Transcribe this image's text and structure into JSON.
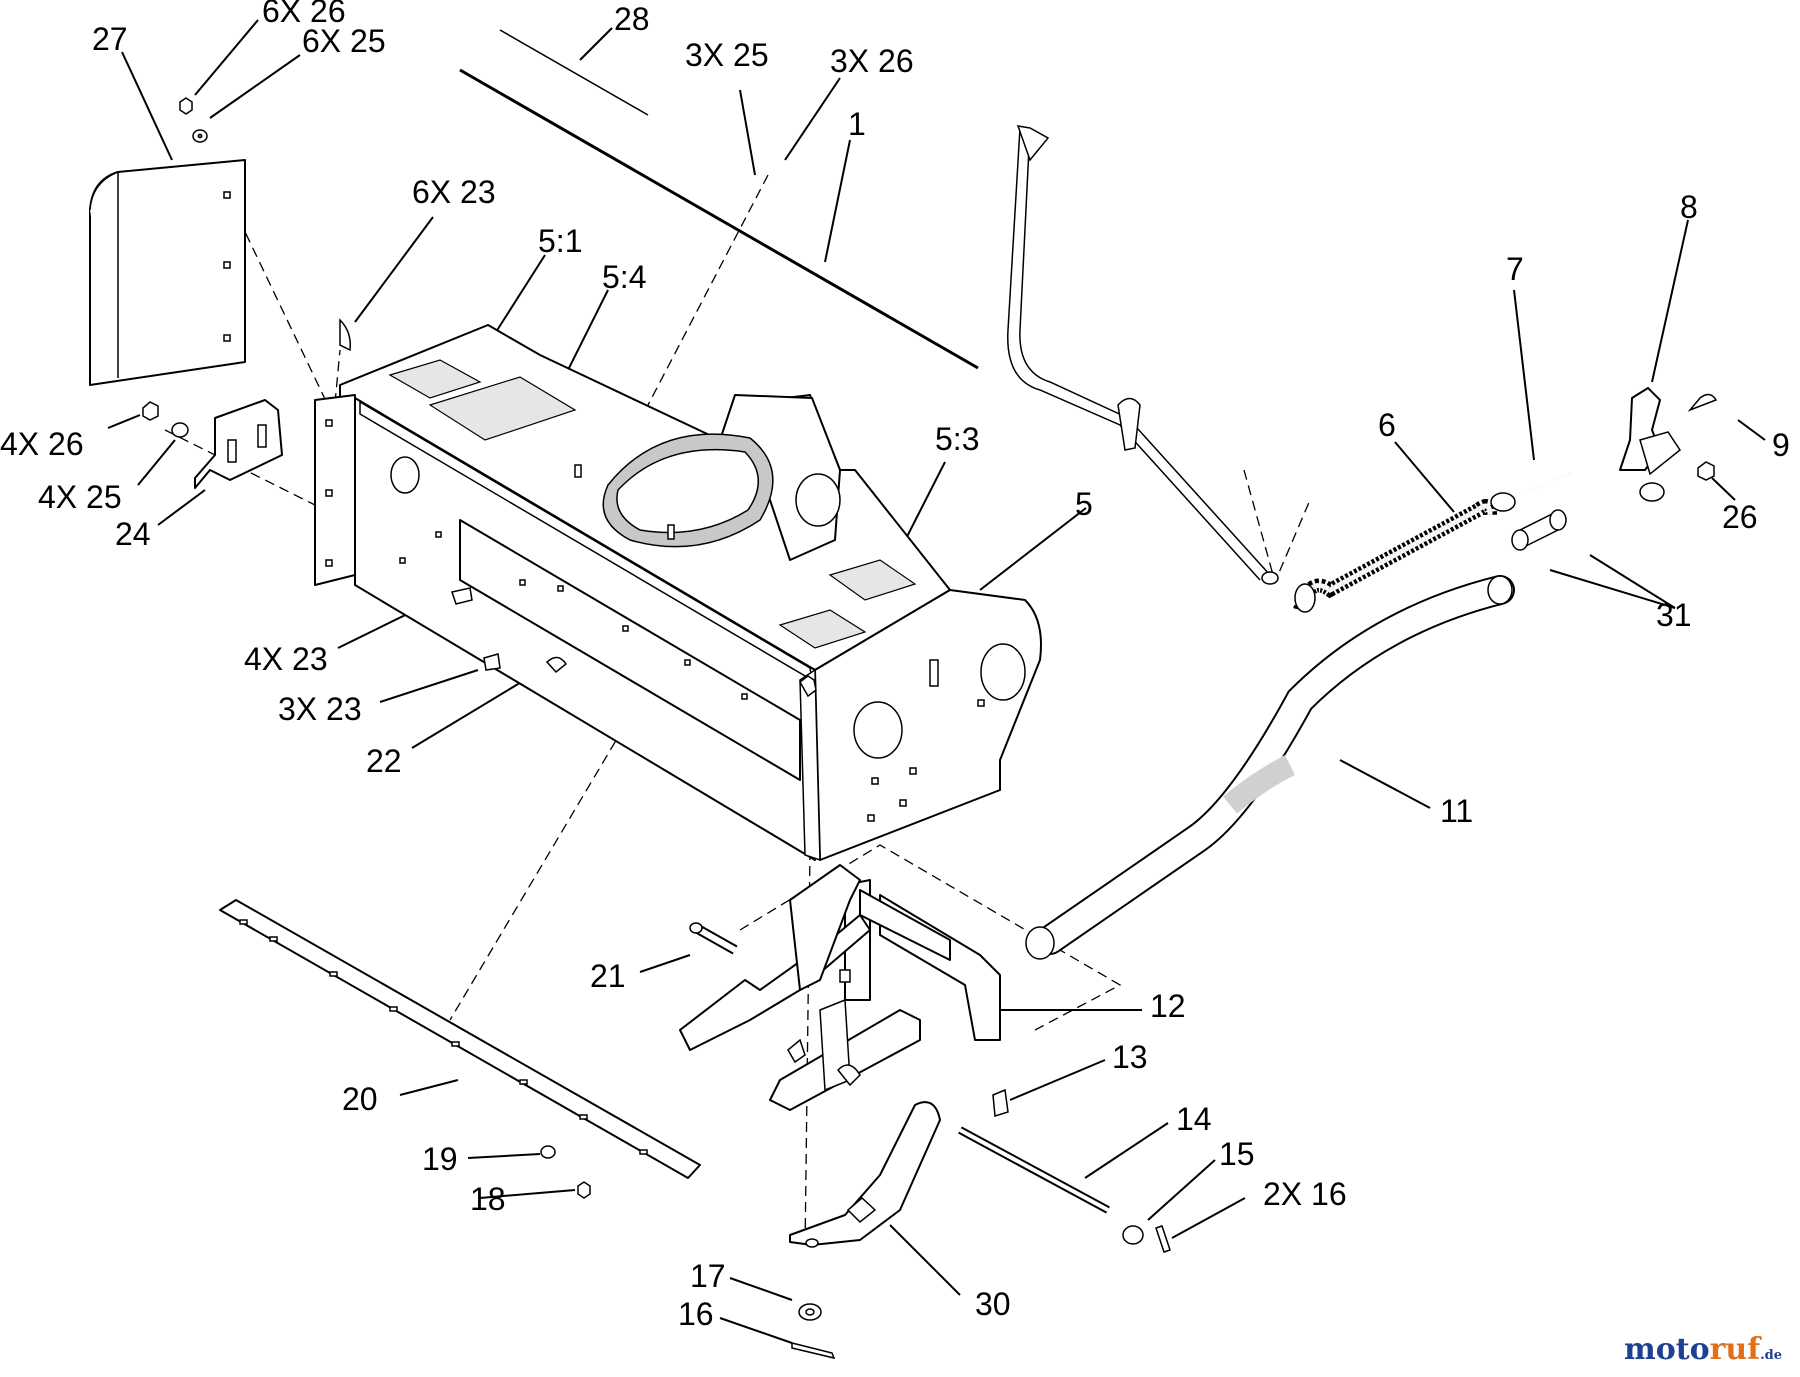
{
  "labels": [
    {
      "id": "l27",
      "text": "27"
    },
    {
      "id": "l6x26a",
      "text": "6X 26"
    },
    {
      "id": "l6x25a",
      "text": "6X 25"
    },
    {
      "id": "l28",
      "text": "28"
    },
    {
      "id": "l3x25",
      "text": "3X 25"
    },
    {
      "id": "l3x26",
      "text": "3X 26"
    },
    {
      "id": "l1",
      "text": "1"
    },
    {
      "id": "l6x23",
      "text": "6X 23"
    },
    {
      "id": "l5_1",
      "text": "5:1"
    },
    {
      "id": "l5_4",
      "text": "5:4"
    },
    {
      "id": "l8",
      "text": "8"
    },
    {
      "id": "l7",
      "text": "7"
    },
    {
      "id": "l9",
      "text": "9"
    },
    {
      "id": "l6",
      "text": "6"
    },
    {
      "id": "l5_3",
      "text": "5:3"
    },
    {
      "id": "l4x26",
      "text": "4X 26"
    },
    {
      "id": "l4x25",
      "text": "4X 25"
    },
    {
      "id": "l24",
      "text": "24"
    },
    {
      "id": "l5",
      "text": "5"
    },
    {
      "id": "l26",
      "text": "26"
    },
    {
      "id": "l31",
      "text": "31"
    },
    {
      "id": "l4x23",
      "text": "4X 23"
    },
    {
      "id": "l3x23",
      "text": "3X 23"
    },
    {
      "id": "l22",
      "text": "22"
    },
    {
      "id": "l11",
      "text": "11"
    },
    {
      "id": "l21",
      "text": "21"
    },
    {
      "id": "l12",
      "text": "12"
    },
    {
      "id": "l13",
      "text": "13"
    },
    {
      "id": "l20",
      "text": "20"
    },
    {
      "id": "l14",
      "text": "14"
    },
    {
      "id": "l15",
      "text": "15"
    },
    {
      "id": "l2x16",
      "text": "2X 16"
    },
    {
      "id": "l19",
      "text": "19"
    },
    {
      "id": "l18",
      "text": "18"
    },
    {
      "id": "l17",
      "text": "17"
    },
    {
      "id": "l30",
      "text": "30"
    },
    {
      "id": "l16",
      "text": "16"
    }
  ],
  "watermark": {
    "part1": "moto",
    "part2": "ruf",
    "part3": ".de"
  }
}
